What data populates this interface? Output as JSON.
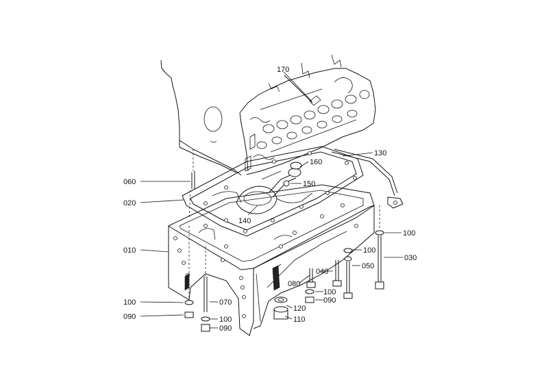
{
  "callouts": {
    "p010": "010",
    "p020": "020",
    "p030": "030",
    "p040": "040",
    "p050": "050",
    "p060": "060",
    "p070": "070",
    "p080": "080",
    "p090a": "090",
    "p090b": "090",
    "p090c": "090",
    "p100a": "100",
    "p100b": "100",
    "p100c": "100",
    "p100d": "100",
    "p100e": "100",
    "p110": "110",
    "p120": "120",
    "p130": "130",
    "p140": "140",
    "p150": "150",
    "p160": "160",
    "p170": "170"
  }
}
